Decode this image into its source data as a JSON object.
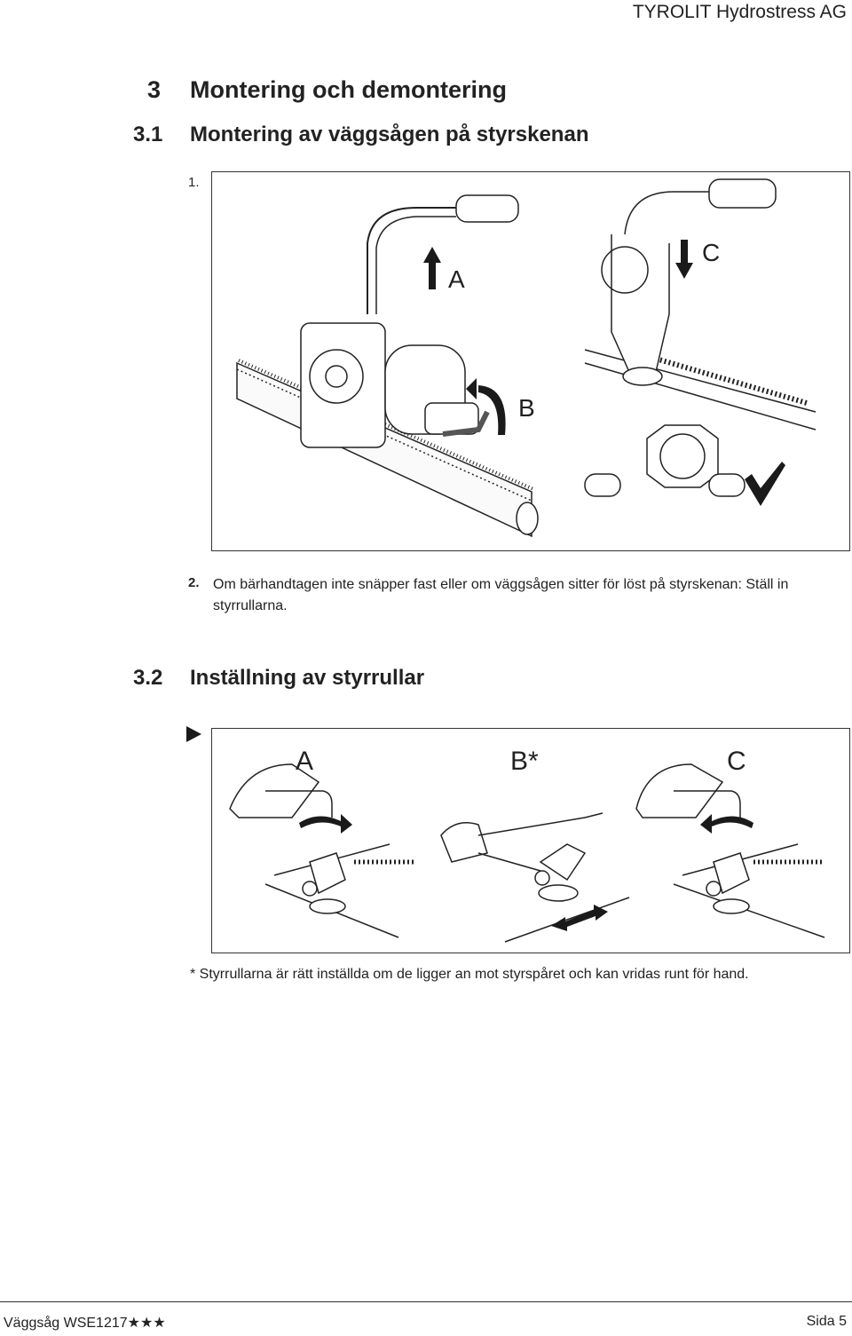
{
  "header": {
    "company": "TYROLIT Hydrostress AG"
  },
  "section": {
    "number": "3",
    "title": "Montering och demontering"
  },
  "subsection_1": {
    "number": "3.1",
    "title": "Montering av väggsågen på styrskenan"
  },
  "steps": [
    {
      "number": "1.",
      "text": ""
    },
    {
      "number": "2.",
      "text": "Om bärhandtagen inte snäpper fast eller om väggsågen sitter för löst på styrskenan: Ställ in styrrullarna."
    }
  ],
  "figure_1": {
    "labels": [
      "A",
      "B",
      "C"
    ]
  },
  "subsection_2": {
    "number": "3.2",
    "title": "Inställning av styrrullar"
  },
  "figure_2": {
    "labels": [
      "A",
      "B*",
      "C"
    ]
  },
  "footnote": "* Styrrullarna är rätt inställda om de ligger an mot styrspåret och kan vridas runt för hand.",
  "footer": {
    "document": "Väggsåg WSE1217★★★",
    "page": "Sida 5"
  }
}
